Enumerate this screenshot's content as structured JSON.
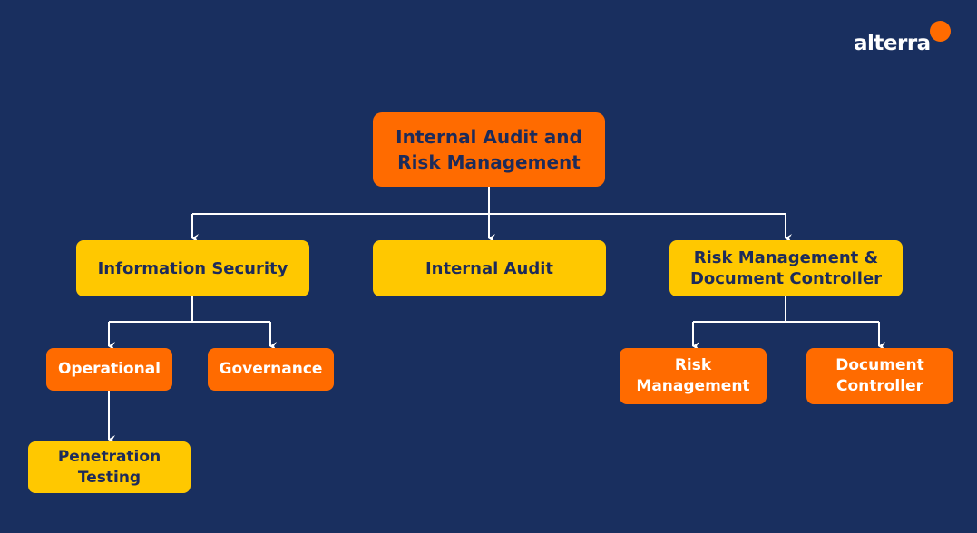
{
  "brand": {
    "name": "alterra",
    "accent_color": "#ff6b00"
  },
  "colors": {
    "background": "#192f5f",
    "orange": "#ff6b00",
    "yellow": "#ffc800",
    "text_dark": "#1d2b5a",
    "text_light": "#ffffff",
    "connector": "#ffffff"
  },
  "org_chart": {
    "root": {
      "line1": "Internal Audit and",
      "line2": "Risk Management"
    },
    "children": {
      "information_security": {
        "label": "Information Security",
        "children": {
          "operational": {
            "label": "Operational",
            "children": {
              "penetration_testing": {
                "line1": "Penetration",
                "line2": "Testing"
              }
            }
          },
          "governance": {
            "label": "Governance"
          }
        }
      },
      "internal_audit": {
        "label": "Internal Audit"
      },
      "risk_doc_controller": {
        "line1": "Risk Management &",
        "line2": "Document Controller",
        "children": {
          "risk_management": {
            "line1": "Risk",
            "line2": "Management"
          },
          "document_controller": {
            "line1": "Document",
            "line2": "Controller"
          }
        }
      }
    }
  }
}
